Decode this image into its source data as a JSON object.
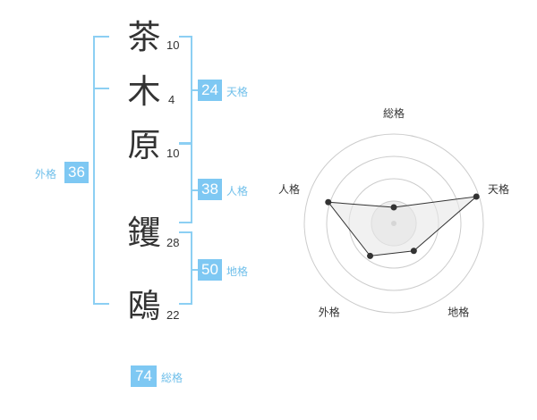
{
  "name": {
    "characters": [
      {
        "char": "茶",
        "strokes": "10"
      },
      {
        "char": "木",
        "strokes": "4"
      },
      {
        "char": "原",
        "strokes": "10"
      },
      {
        "char": "钁",
        "strokes": "28"
      },
      {
        "char": "鴎",
        "strokes": "22"
      }
    ]
  },
  "fortune": {
    "tenkaku": {
      "value": "24",
      "label": "天格"
    },
    "jinkaku": {
      "value": "38",
      "label": "人格"
    },
    "chikaku": {
      "value": "50",
      "label": "地格"
    },
    "gaikaku": {
      "value": "36",
      "label": "外格"
    },
    "soukaku": {
      "value": "74",
      "label": "総格"
    }
  },
  "colors": {
    "accent": "#7ec8f3",
    "bracket": "#8ccff3",
    "label": "#6fbfea",
    "text": "#333333",
    "radar_fill": "#e8e8e8",
    "radar_line": "#333333"
  },
  "chart_data": {
    "type": "radar",
    "axes": [
      "総格",
      "天格",
      "地格",
      "外格",
      "人格"
    ],
    "values": [
      0.18,
      0.97,
      0.38,
      0.45,
      0.77
    ],
    "scale_max": 1,
    "rings": 4,
    "grid": true
  }
}
